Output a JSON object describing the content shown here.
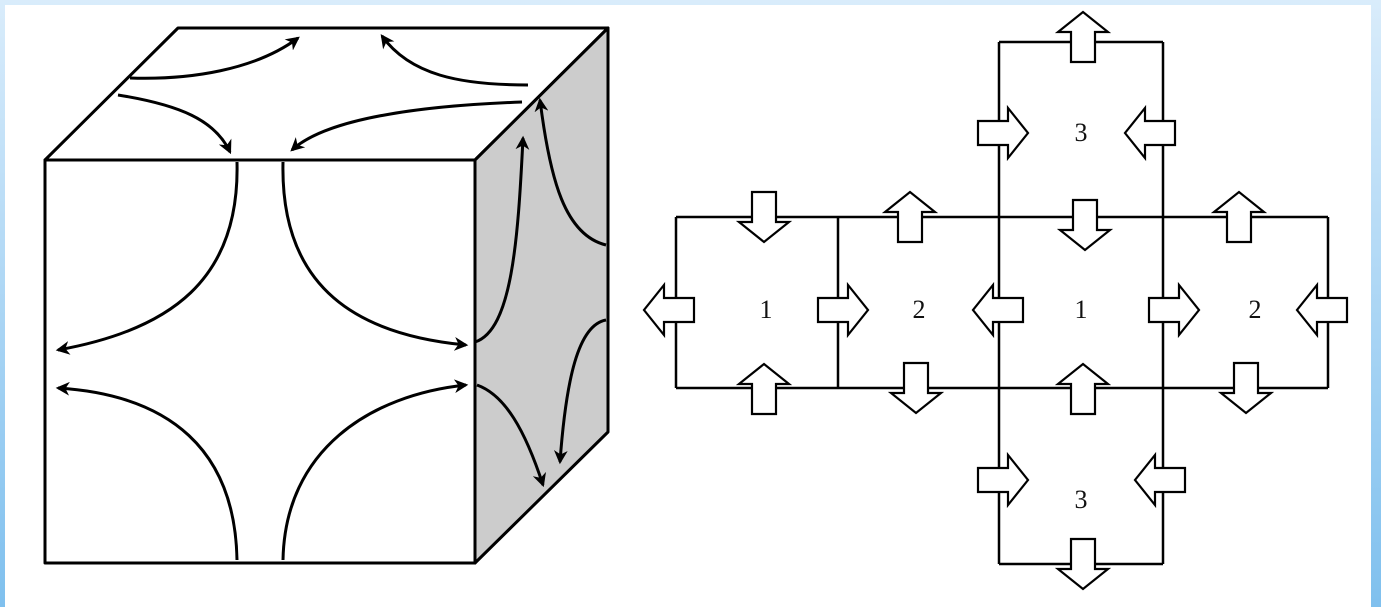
{
  "net": {
    "faces": [
      {
        "label": "1"
      },
      {
        "label": "2"
      },
      {
        "label": "1"
      },
      {
        "label": "2"
      },
      {
        "label": "3"
      },
      {
        "label": "3"
      }
    ]
  },
  "colors": {
    "stroke": "#000000",
    "side_face": "#cccccc",
    "background": "#ffffff",
    "frame": "#7fc0ee"
  }
}
